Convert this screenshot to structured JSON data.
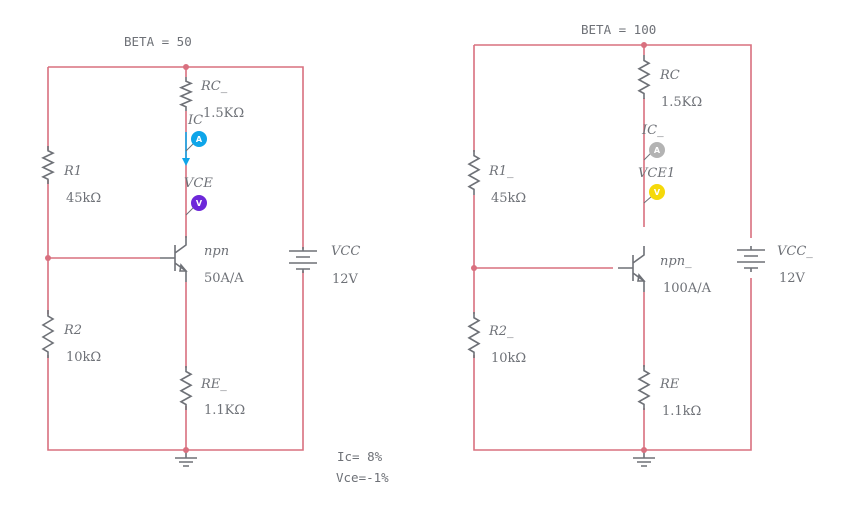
{
  "left_circuit": {
    "title": "BETA = 50",
    "rc": {
      "name": "RC_",
      "value": "1.5KΩ"
    },
    "r1": {
      "name": "R1",
      "value": "45kΩ"
    },
    "r2": {
      "name": "R2",
      "value": "10kΩ"
    },
    "re": {
      "name": "RE_",
      "value": "1.1KΩ"
    },
    "transistor": {
      "name": "npn",
      "value": "50A/A"
    },
    "vcc": {
      "name": "VCC",
      "value": "12V"
    },
    "ammeter": {
      "name": "IC",
      "glyph": "A",
      "color": "#0ea5e9"
    },
    "voltmeter": {
      "name": "VCE",
      "glyph": "V",
      "color": "#6d28d9"
    }
  },
  "right_circuit": {
    "title": "BETA = 100",
    "rc": {
      "name": "RC",
      "value": "1.5KΩ"
    },
    "r1": {
      "name": "R1_",
      "value": "45kΩ"
    },
    "r2": {
      "name": "R2_",
      "value": "10kΩ"
    },
    "re": {
      "name": "RE",
      "value": "1.1kΩ"
    },
    "transistor": {
      "name": "npn_",
      "value": "100A/A"
    },
    "vcc": {
      "name": "VCC_",
      "value": "12V"
    },
    "ammeter": {
      "name": "IC_",
      "glyph": "A",
      "color": "#b3b3b3"
    },
    "voltmeter": {
      "name": "VCE1",
      "glyph": "V",
      "color": "#f5d90a"
    }
  },
  "notes": {
    "ic": "Ic= 8%",
    "vce": "Vce=-1%"
  },
  "colors": {
    "wire": "#d9707f",
    "component": "#6e7177"
  }
}
